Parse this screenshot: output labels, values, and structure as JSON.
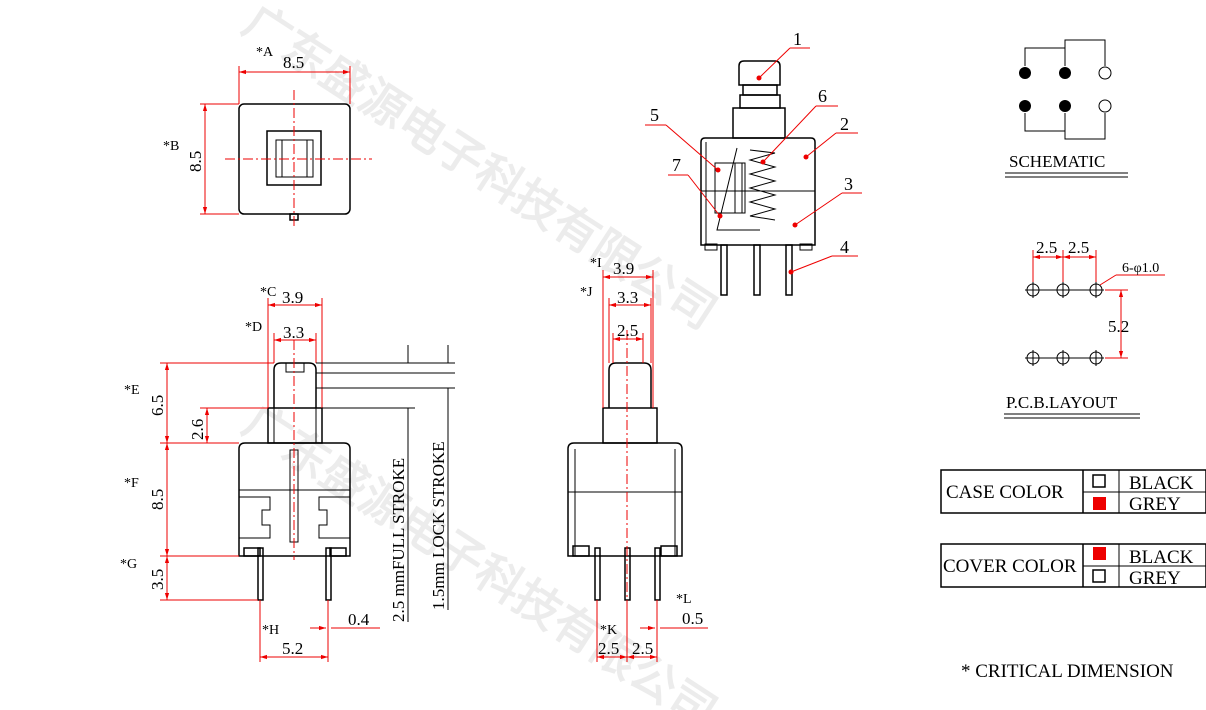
{
  "watermark": "广东盛源电子科技有限公司",
  "top_view": {
    "a_label": "*A",
    "a_value": "8.5",
    "b_label": "*B",
    "b_value": "8.5"
  },
  "front_view": {
    "c_label": "*C",
    "c_value": "3.9",
    "d_label": "*D",
    "d_value": "3.3",
    "e_label": "*E",
    "e_value": "6.5",
    "e2_value": "2.6",
    "f_label": "*F",
    "f_value": "8.5",
    "g_label": "*G",
    "g_value": "3.5",
    "h_label": "*H",
    "h_value": "5.2",
    "pin_value": "0.4",
    "full_stroke": "2.5 mmFULL STROKE",
    "lock_stroke": "1.5mm LOCK STROKE"
  },
  "side_view": {
    "i_label": "*I",
    "i_value": "3.9",
    "j_label": "*J",
    "j_value": "3.3",
    "inner_value": "2.5",
    "k_label": "*K",
    "k_value1": "2.5",
    "k_value2": "2.5",
    "l_label": "*L",
    "l_value": "0.5"
  },
  "callouts": [
    "1",
    "2",
    "3",
    "4",
    "5",
    "6",
    "7"
  ],
  "schematic": {
    "title": "SCHEMATIC"
  },
  "pcb": {
    "title": "P.C.B.LAYOUT",
    "pitch1": "2.5",
    "pitch2": "2.5",
    "holes": "6-φ1.0",
    "row_spacing": "5.2"
  },
  "color_tables": [
    {
      "label": "CASE  COLOR",
      "options": [
        {
          "name": "BLACK",
          "selected": false
        },
        {
          "name": "GREY",
          "selected": true
        }
      ]
    },
    {
      "label": "COVER COLOR",
      "options": [
        {
          "name": "BLACK",
          "selected": true
        },
        {
          "name": "GREY",
          "selected": false
        }
      ]
    }
  ],
  "footnote": "* CRITICAL  DIMENSION",
  "colors": {
    "accent": "#e00000",
    "line": "#000000"
  }
}
